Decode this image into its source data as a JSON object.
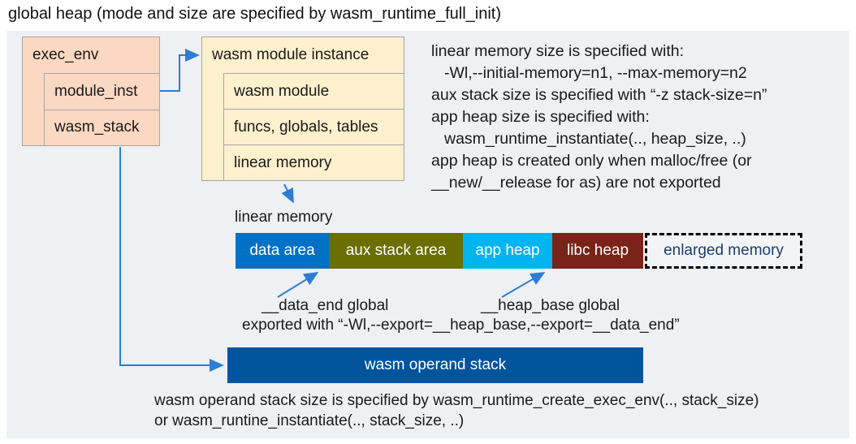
{
  "title": "global heap (mode and size are specified by wasm_runtime_full_init)",
  "exec_env": {
    "title": "exec_env",
    "fields": [
      "module_inst",
      "wasm_stack"
    ]
  },
  "module_instance": {
    "title": "wasm module instance",
    "fields": [
      "wasm module",
      "funcs, globals, tables",
      "linear memory"
    ]
  },
  "notes_right": {
    "line1": "linear memory size is specified with:",
    "line2": "-Wl,--initial-memory=n1, --max-memory=n2",
    "line3": "aux stack size is specified with “-z stack-size=n”",
    "line4": "app heap size is specified with:",
    "line5": "wasm_runtime_instantiate(.., heap_size, ..)",
    "line6": "app heap is created only when malloc/free (or",
    "line7": "__new/__release for as) are not exported"
  },
  "linear_memory": {
    "label": "linear memory",
    "segments": [
      {
        "label": "data area",
        "color": "#0071c5"
      },
      {
        "label": "aux stack area",
        "color": "#6b6e00"
      },
      {
        "label": "app heap",
        "color": "#00b4f0"
      },
      {
        "label": "libc heap",
        "color": "#7a2318"
      },
      {
        "label": "enlarged memory",
        "color": "#f3f4f7",
        "text_color": "#1b3e6d",
        "border": "dashed"
      }
    ]
  },
  "annotations": {
    "data_end": "__data_end global",
    "heap_base": "__heap_base global",
    "exported": "exported with “-Wl,--export=__heap_base,--export=__data_end”"
  },
  "operand_stack": {
    "label": "wasm operand stack",
    "color": "#00549d"
  },
  "notes_bottom": {
    "line1": "wasm operand stack size is specified by wasm_runtime_create_exec_env(.., stack_size)",
    "line2": "or wasm_runtine_instantiate(.., stack_size, ..)"
  },
  "colors": {
    "panel_bg": "#eef0f3",
    "box_pink": "#fbd8c2",
    "box_cream": "#fcf0cd",
    "box_border": "#a6a6a6",
    "arrow_blue": "#2d7dd6",
    "text": "#1a1a1a"
  }
}
